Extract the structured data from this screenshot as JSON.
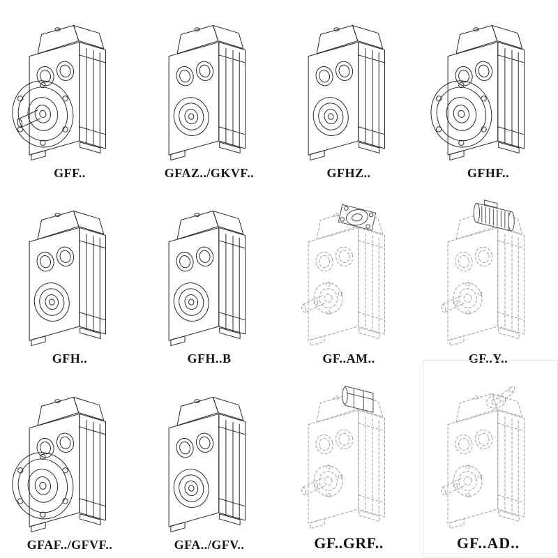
{
  "page": {
    "background": "#ffffff",
    "line_color_solid": "#2b2b2b",
    "line_color_dashed": "#a0a0a0",
    "attachment_line_color": "#4a4a4a"
  },
  "grid": {
    "items": [
      {
        "label": "GFF..",
        "drawing": "gearbox-flange-shaft",
        "style": "solid"
      },
      {
        "label": "GFAZ../GKVF..",
        "drawing": "gearbox-bore",
        "style": "solid"
      },
      {
        "label": "GFHZ..",
        "drawing": "gearbox-bore",
        "style": "solid"
      },
      {
        "label": "GFHF..",
        "drawing": "gearbox-flange",
        "style": "solid"
      },
      {
        "label": "GFH..",
        "drawing": "gearbox-bore",
        "style": "solid"
      },
      {
        "label": "GFH..B",
        "drawing": "gearbox-bore",
        "style": "solid"
      },
      {
        "label": "GF..AM..",
        "drawing": "gearbox-motor-flange",
        "style": "dashed"
      },
      {
        "label": "GF..Y..",
        "drawing": "gearbox-motor",
        "style": "dashed"
      },
      {
        "label": "GFAF../GFVF..",
        "drawing": "gearbox-flange",
        "style": "solid"
      },
      {
        "label": "GFA../GFV..",
        "drawing": "gearbox-bore",
        "style": "solid"
      },
      {
        "label": "GF..GRF..",
        "drawing": "gearbox-adapter",
        "style": "dashed"
      },
      {
        "label": "GF..AD..",
        "drawing": "gearbox-input-shaft",
        "style": "dashed"
      }
    ]
  }
}
